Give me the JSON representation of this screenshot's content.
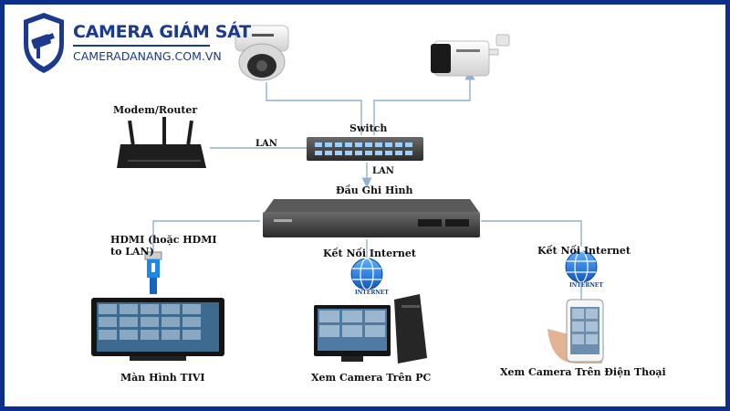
{
  "logo": {
    "brand": "CAMERA GIÁM SÁT",
    "website": "CAMERADANANG.COM.VN"
  },
  "labels": {
    "modem_router": "Modem/Router",
    "switch": "Switch",
    "lan_left": "LAN",
    "lan_down": "LAN",
    "dau_ghi_hinh": "Đầu Ghi Hình",
    "hdmi_line1": "HDMI (hoặc HDMI",
    "hdmi_line2": "to LAN)",
    "internet_pc": "Kết Nối Internet",
    "internet_phone": "Kết Nối Internet",
    "globe_pc": "INTERNET",
    "globe_phone": "INTERNET",
    "tv": "Màn Hình TIVI",
    "pc": "Xem Camera Trên PC",
    "phone": "Xem Camera Trên Điện Thoại"
  },
  "colors": {
    "frame": "#0b2f8a",
    "brand": "#1b3a8c",
    "link_line": "#8fb1d8",
    "globe": "#1e6fd9"
  }
}
